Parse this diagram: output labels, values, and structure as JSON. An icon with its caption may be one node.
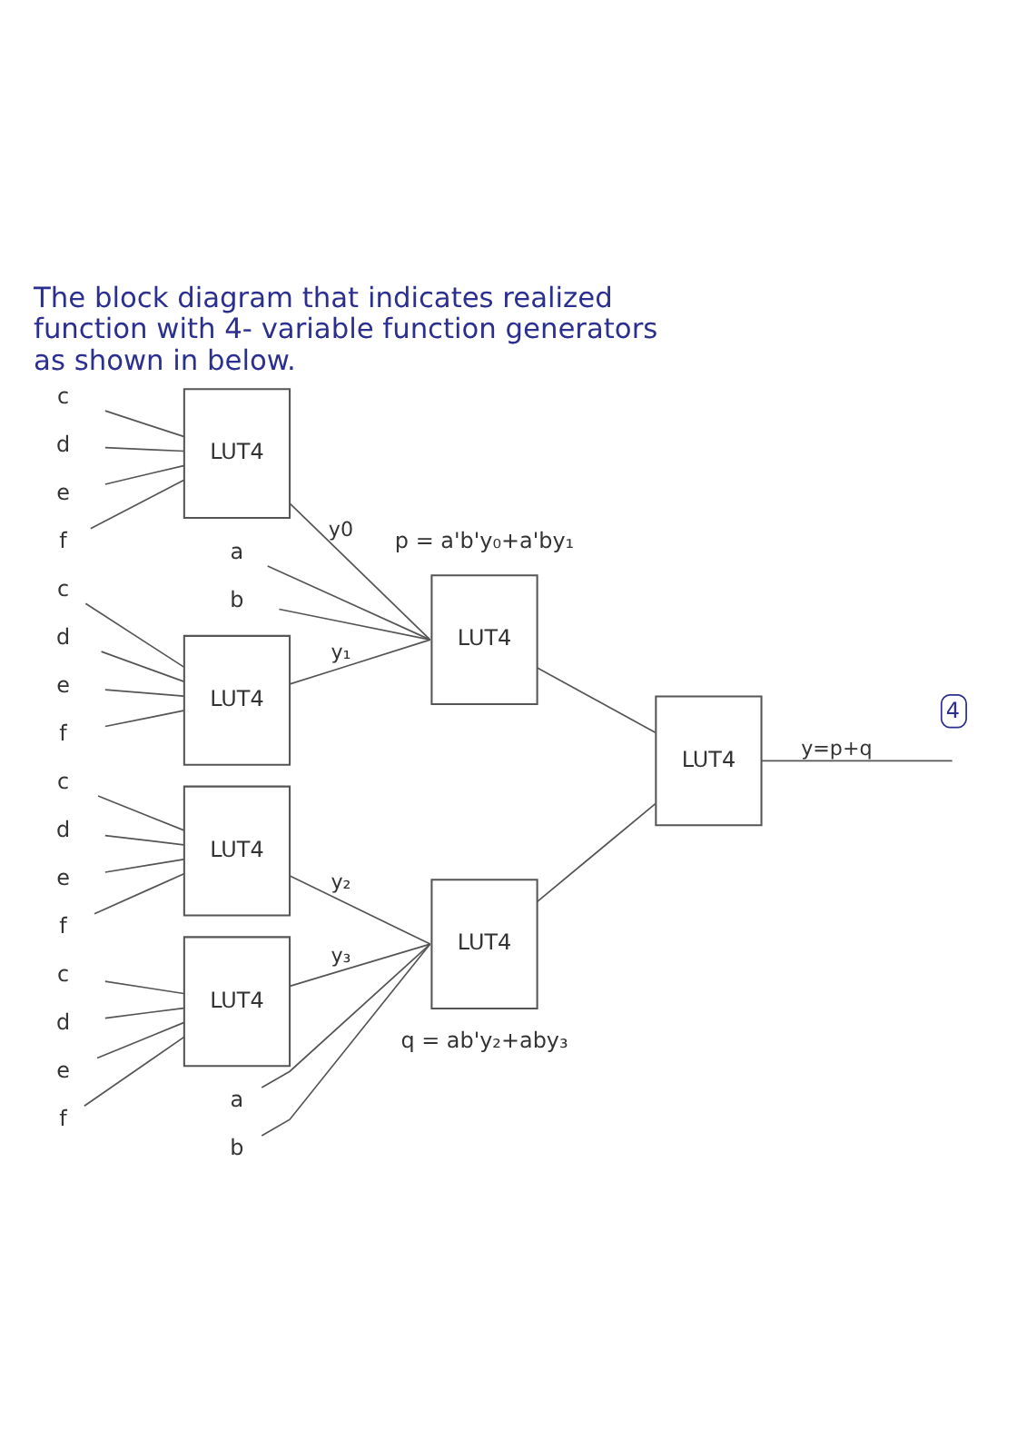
{
  "diagram": {
    "title": "The block diagram that indicates realized function with 4- variable function generators as shown in below.",
    "nodes": [
      {
        "text": [
          "c"
        ]
      },
      {
        "text": [
          "d"
        ]
      },
      {
        "text": [
          "e"
        ]
      },
      {
        "text": [
          "f"
        ]
      },
      {
        "text": [
          "LUT4"
        ]
      },
      {
        "text": [
          "a"
        ]
      },
      {
        "text": [
          "b"
        ]
      },
      {
        "text": [
          "LUT4"
        ],
        "beside": [
          "p = a'b'y₀+a'by₁"
        ]
      },
      {
        "text": [
          "c"
        ]
      },
      {
        "text": [
          "d"
        ]
      },
      {
        "text": [
          "e"
        ]
      },
      {
        "text": [
          "f"
        ]
      },
      {
        "text": [
          "LUT4"
        ]
      },
      {
        "text": [
          "LUT4"
        ]
      },
      {
        "text": [
          "c"
        ]
      },
      {
        "text": [
          "d"
        ]
      },
      {
        "text": [
          "e"
        ]
      },
      {
        "text": [
          "f"
        ]
      },
      {
        "text": [
          "LUT4"
        ]
      },
      {
        "text": [
          "c"
        ]
      },
      {
        "text": [
          "d"
        ]
      },
      {
        "text": [
          "e"
        ]
      },
      {
        "text": [
          "f"
        ]
      },
      {
        "text": [
          "LUT4"
        ]
      },
      {
        "text": [
          "a"
        ]
      },
      {
        "text": [
          "b"
        ]
      },
      {
        "text": [
          "LUT4"
        ],
        "beside": [
          "q = ab'y₂+aby₃"
        ]
      }
    ],
    "edges": [
      {
        "from": 0,
        "to": 4,
        "arrow": "none"
      },
      {
        "from": 1,
        "to": 4,
        "arrow": "none"
      },
      {
        "from": 2,
        "to": 4,
        "arrow": "none"
      },
      {
        "from": 3,
        "to": 4,
        "arrow": "none"
      },
      {
        "from": 4,
        "to": 7,
        "arrow": "none",
        "label": "y0"
      },
      {
        "from": 5,
        "to": 7,
        "arrow": "none"
      },
      {
        "from": 6,
        "to": 7,
        "arrow": "none"
      },
      {
        "from": 8,
        "to": 12,
        "arrow": "none"
      },
      {
        "from": 9,
        "to": 12,
        "arrow": "none"
      },
      {
        "from": 10,
        "to": 12,
        "arrow": "none"
      },
      {
        "from": 11,
        "to": 12,
        "arrow": "none"
      },
      {
        "from": 12,
        "to": 7,
        "arrow": "none",
        "label": "y₁"
      },
      {
        "from": 7,
        "to": 13,
        "arrow": "none"
      },
      {
        "from": 13,
        "to": null,
        "arrow": "none",
        "label": "y=p+q"
      },
      {
        "from": 14,
        "to": 18,
        "arrow": "none"
      },
      {
        "from": 15,
        "to": 18,
        "arrow": "none"
      },
      {
        "from": 16,
        "to": 18,
        "arrow": "none"
      },
      {
        "from": 17,
        "to": 18,
        "arrow": "none"
      },
      {
        "from": 18,
        "to": 26,
        "arrow": "none",
        "label": "y₂"
      },
      {
        "from": 19,
        "to": 23,
        "arrow": "none"
      },
      {
        "from": 20,
        "to": 23,
        "arrow": "none"
      },
      {
        "from": 21,
        "to": 23,
        "arrow": "none"
      },
      {
        "from": 22,
        "to": 23,
        "arrow": "none"
      },
      {
        "from": 23,
        "to": 26,
        "arrow": "none",
        "label": "y₃"
      },
      {
        "from": 24,
        "to": 26,
        "arrow": "none"
      },
      {
        "from": 25,
        "to": 26,
        "arrow": "none"
      },
      {
        "from": 26,
        "to": 13,
        "arrow": "none"
      }
    ],
    "labels": [
      "4"
    ]
  }
}
